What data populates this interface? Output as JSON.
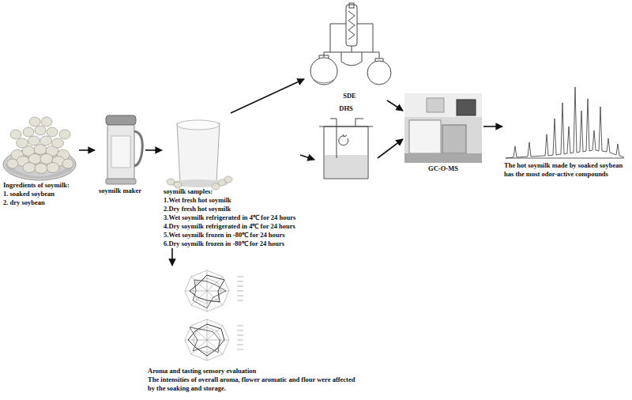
{
  "diagram": {
    "nodes": [
      {
        "text": [
          "Ingredients of soymilk:",
          "1. soaked soybean",
          "2. dry soybean"
        ]
      },
      {
        "text": [
          "soymilk maker"
        ]
      },
      {
        "text": [
          "soymilk samples:",
          "1.Wet fresh hot soymilk",
          "2.Dry fresh hot soymilk",
          "3.Wet soymilk refrigerated in 4℃ for 24 hours",
          "4.Dry soymilk refrigerated in 4℃ for 24 hours",
          "5.Wet soymilk frozen in -80℃ for 24 hours",
          "6.Dry soymilk frozen in -80℃ for 24 hours"
        ]
      },
      {
        "text": [
          "SDE"
        ]
      },
      {
        "text": [
          "DHS"
        ]
      },
      {
        "text": [
          "GC-O-MS"
        ]
      },
      {
        "text": [
          "The hot soymilk made by soaked soybean has the most odor-active compounds"
        ]
      },
      {
        "text": [
          "Aroma and tasting sensory evaluation",
          "The intensities of overall aroma, flower aromatic and flour were affected by the soaking and storage."
        ]
      }
    ],
    "edges": [
      {
        "from": 0,
        "to": 1,
        "arrow": "to"
      },
      {
        "from": 1,
        "to": 2,
        "arrow": "to"
      },
      {
        "from": 2,
        "to": 3,
        "arrow": "to"
      },
      {
        "from": 2,
        "to": 4,
        "arrow": "to"
      },
      {
        "from": 3,
        "to": 5,
        "arrow": "to"
      },
      {
        "from": 4,
        "to": 5,
        "arrow": "to"
      },
      {
        "from": 5,
        "to": 6,
        "arrow": "to"
      },
      {
        "from": 2,
        "to": 7,
        "arrow": "to"
      }
    ]
  }
}
